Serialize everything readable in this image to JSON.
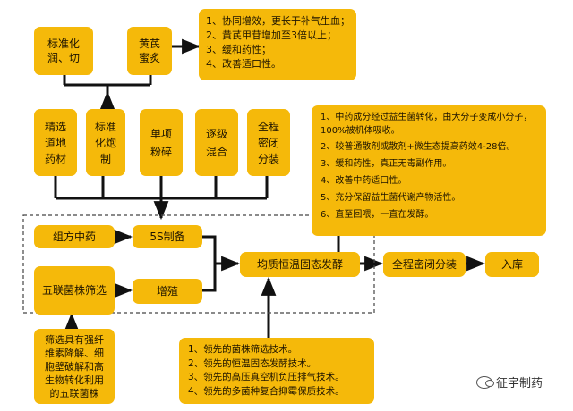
{
  "top_boxes": {
    "standardize": "标准化\n润、切",
    "huangqi": "黄芪\n蜜炙"
  },
  "top_benefits": [
    "1、协同增效，更长于补气生血；",
    "2、黄芪甲苷增加至3倍以上；",
    "3、缓和药性；",
    "4、改善适口性。"
  ],
  "process_steps": [
    "精选\n道地\n药材",
    "标准\n化炮\n制",
    "单项\n粉碎",
    "逐级\n混合",
    "全程\n密闭\n分装"
  ],
  "fermentation_notes": [
    "1、中药成分经过益生菌转化，由大分子变成小分子，100%被机体吸收。",
    "2、较普通散剂或散剂+微生态提高药效4-28倍。",
    "3、缓和药性，真正无毒副作用。",
    "4、改善中药适口性。",
    "5、充分保留益生菌代谢产物活性。",
    "6、直至回喂，一直在发酵。"
  ],
  "flow": {
    "formula": "组方中药",
    "five_s": "5S制备",
    "strain_select": "五联菌株筛选",
    "propagate": "增殖",
    "ferment": "均质恒温固态发酵",
    "sealed_pack": "全程密闭分装",
    "storage": "入库"
  },
  "strain_desc": "筛选具有强纤\n维素降解、细\n胞壁破解和高\n生物转化利用\n的五联菌株",
  "tech_list": [
    "1、领先的菌株筛选技术。",
    "2、领先的恒温固态发酵技术。",
    "3、领先的高压真空机负压排气技术。",
    "4、领先的多菌种复合抑霉保质技术。"
  ],
  "watermark": "征宇制药",
  "colors": {
    "box": "#f5b90a",
    "line": "#111111",
    "dash": "#444444"
  }
}
